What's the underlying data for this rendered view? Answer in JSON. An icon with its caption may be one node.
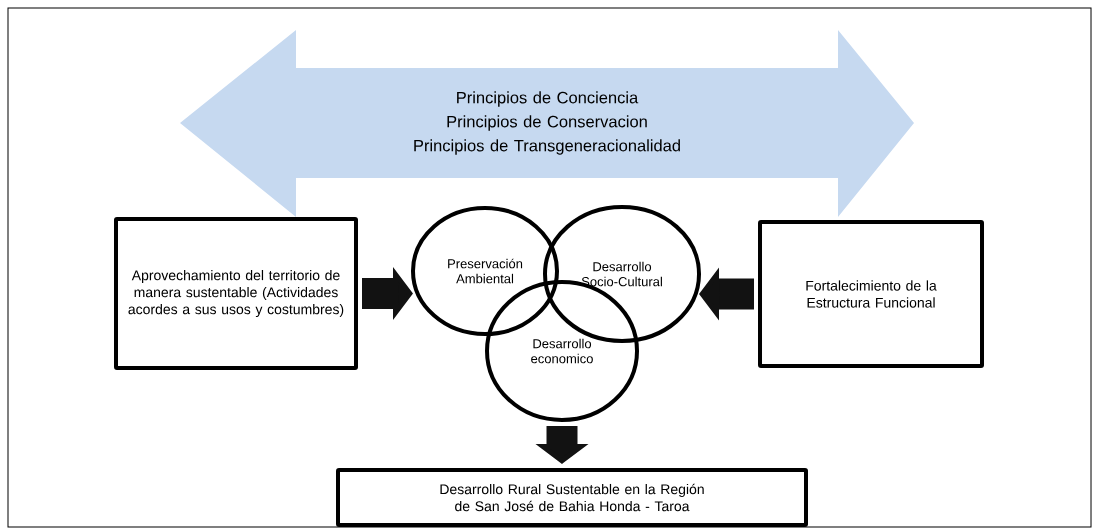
{
  "diagram": {
    "nodes": [
      {
        "text": [
          "Principios de Conciencia",
          "Principios de Conservacion",
          "Principios de Transgeneracionalidad"
        ]
      },
      {
        "text": [
          "Aprovechamiento del territorio de manera sustentable (Actividades acordes a sus usos y costumbres)"
        ]
      },
      {
        "text": [
          "Preservación Ambiental"
        ]
      },
      {
        "text": [
          "Desarrollo Socio-Cultural"
        ]
      },
      {
        "text": [
          "Desarrollo economico"
        ]
      },
      {
        "text": [
          "Fortalecimiento de la Estructura Funcional"
        ]
      },
      {
        "text": [
          "Desarrollo Rural Sustentable en la Región de San José de Bahia Honda - Taroa"
        ]
      }
    ],
    "edges": [
      {
        "from": 1,
        "to": 2,
        "arrow": "to"
      },
      {
        "from": 5,
        "to": 3,
        "arrow": "to"
      },
      {
        "from": 4,
        "to": 6,
        "arrow": "to"
      }
    ]
  }
}
